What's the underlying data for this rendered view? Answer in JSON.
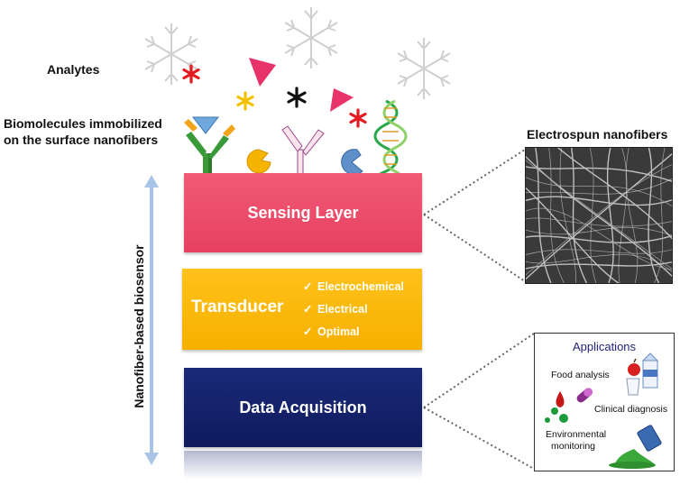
{
  "labels": {
    "analytes": "Analytes",
    "biomolecules_line1": "Biomolecules immobilized",
    "biomolecules_line2": "on the surface nanofibers",
    "electrospun": "Electrospun nanofibers",
    "vertical": "Nanofiber-based biosensor"
  },
  "layers": {
    "sensing": "Sensing Layer",
    "transducer": "Transducer",
    "transducer_types": [
      "Electrochemical",
      "Electrical",
      "Optimal"
    ],
    "acquisition": "Data Acquisition"
  },
  "applications": {
    "title": "Applications",
    "food": "Food analysis",
    "clinical": "Clinical diagnosis",
    "env_line1": "Environmental",
    "env_line2": "monitoring"
  },
  "check_glyph": "✓",
  "colors": {
    "sensing": "#f04f6c",
    "transducer": "#fdb913",
    "acquisition": "#13206a",
    "arrow": "#a9c4e6",
    "app_title": "#23237d"
  }
}
